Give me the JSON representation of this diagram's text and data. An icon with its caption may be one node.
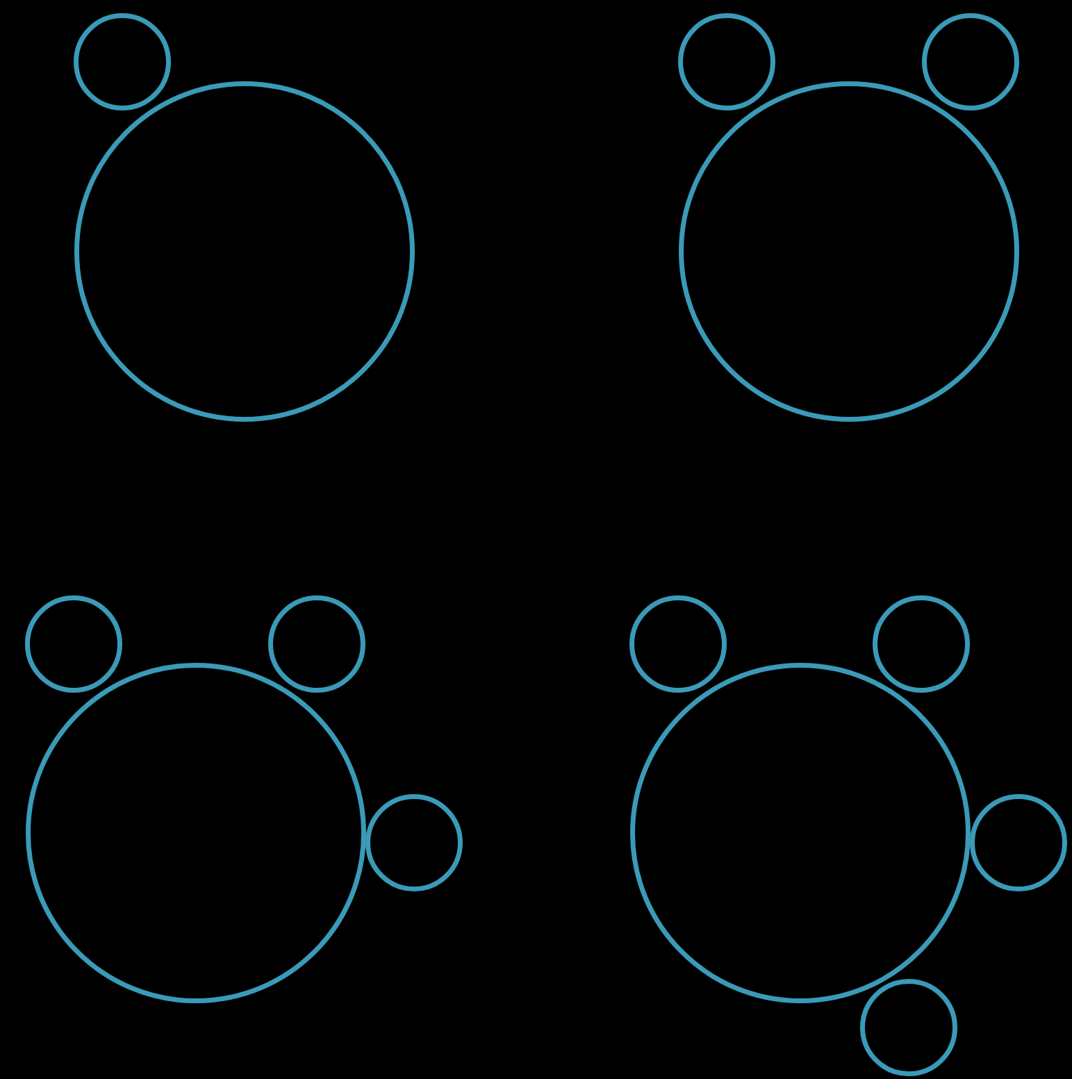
{
  "diagram": {
    "nodes": [
      {
        "text": [],
        "shape": "circle"
      },
      {
        "text": [],
        "shape": "circle"
      },
      {
        "text": [],
        "shape": "circle"
      },
      {
        "text": [],
        "shape": "circle"
      },
      {
        "text": [],
        "shape": "circle"
      },
      {
        "text": [],
        "shape": "circle"
      },
      {
        "text": [],
        "shape": "circle"
      },
      {
        "text": [],
        "shape": "circle"
      },
      {
        "text": [],
        "shape": "circle"
      },
      {
        "text": [],
        "shape": "circle"
      },
      {
        "text": [],
        "shape": "circle"
      },
      {
        "text": [],
        "shape": "circle"
      },
      {
        "text": [],
        "shape": "circle"
      },
      {
        "text": [],
        "shape": "circle"
      }
    ]
  }
}
